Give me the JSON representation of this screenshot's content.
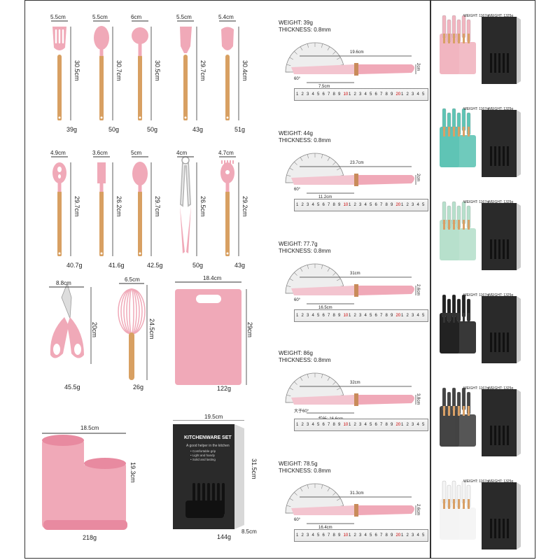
{
  "utensils_row1": [
    {
      "width": "5.5cm",
      "length": "30.5cm",
      "weight": "39g",
      "head": "slotted-turner"
    },
    {
      "width": "5.5cm",
      "length": "30.7cm",
      "weight": "50g",
      "head": "spoon"
    },
    {
      "width": "6cm",
      "length": "30.5cm",
      "weight": "50g",
      "head": "ladle"
    },
    {
      "width": "5.5cm",
      "length": "29.7cm",
      "weight": "43g",
      "head": "turner"
    },
    {
      "width": "5.4cm",
      "length": "30.4cm",
      "weight": "51g",
      "head": "spatula"
    }
  ],
  "utensils_row2": [
    {
      "width": "4.9cm",
      "length": "29.7cm",
      "weight": "40.7g",
      "head": "slotted-spoon"
    },
    {
      "width": "3.6cm",
      "length": "26.2cm",
      "weight": "41.6g",
      "head": "brush"
    },
    {
      "width": "5cm",
      "length": "29.7cm",
      "weight": "42.5g",
      "head": "spoon"
    },
    {
      "width": "4cm",
      "length": "26.5cm",
      "weight": "50g",
      "head": "tongs"
    },
    {
      "width": "4.7cm",
      "length": "29.2cm",
      "weight": "43g",
      "head": "pasta-server"
    }
  ],
  "row3": {
    "scissors": {
      "width": "8.8cm",
      "length": "20cm",
      "weight": "45.5g"
    },
    "whisk": {
      "width": "6.5cm",
      "length": "24.5cm",
      "weight": "26g"
    },
    "board": {
      "width": "18.4cm",
      "length": "29cm",
      "weight": "122g"
    }
  },
  "holder": {
    "width": "18.5cm",
    "height": "19.3cm",
    "weight": "218g"
  },
  "box": {
    "width": "19.5cm",
    "height": "31.5cm",
    "depth": "8.5cm",
    "weight": "144g",
    "title": "KITCHENWARE SET",
    "subtitle": "A good helper in the kitchen",
    "bullets": [
      "• Comfortable grip",
      "• Light and handy",
      "• Solid and lasting"
    ]
  },
  "knives": [
    {
      "weight": "WEIGHT:  39g",
      "thickness": "THICKNESS: 0.8mm",
      "length": "19.6cm",
      "blade": "7.5cm",
      "height": "2cm",
      "angle": "60°"
    },
    {
      "weight": "WEIGHT:  44g",
      "thickness": "THICKNESS: 0.8mm",
      "length": "23.7cm",
      "blade": "11.2cm",
      "height": "2cm",
      "angle": "60°"
    },
    {
      "weight": "WEIGHT:  77.7g",
      "thickness": "THICKNESS: 0.8mm",
      "length": "31cm",
      "blade": "16.5cm",
      "height": "2.6cm",
      "angle": "60°"
    },
    {
      "weight": "WEIGHT:  86g",
      "thickness": "THICKNESS: 0.8mm",
      "length": "32cm",
      "blade": "约长: 16.6cm",
      "height": "3.8cm",
      "angle": "大于60°"
    },
    {
      "weight": "WEIGHT:  78.5g",
      "thickness": "THICKNESS: 0.8mm",
      "length": "31.3cm",
      "blade": "16.4cm",
      "height": "2.6cm",
      "angle": "60°"
    }
  ],
  "thumbs": [
    {
      "w1": "WEIGHT:  1167g",
      "w2": "WEIGHT:  1325g",
      "color": "#f1b5c0",
      "handle": "#d9a066"
    },
    {
      "w1": "WEIGHT:  1167g",
      "w2": "WEIGHT:  1325g",
      "color": "#5fc4b5",
      "handle": "#d9a066"
    },
    {
      "w1": "WEIGHT:  1167g",
      "w2": "WEIGHT:  1325g",
      "color": "#b7e0cc",
      "handle": "#d9a066"
    },
    {
      "w1": "WEIGHT:  1167g",
      "w2": "WEIGHT:  1325g",
      "color": "#222222",
      "handle": "#333333"
    },
    {
      "w1": "WEIGHT:  1167g",
      "w2": "WEIGHT:  1325g",
      "color": "#444444",
      "handle": "#d9a066"
    },
    {
      "w1": "WEIGHT:  1167g",
      "w2": "WEIGHT:  1325g",
      "color": "#f4f4f4",
      "handle": "#d9a066"
    }
  ],
  "colors": {
    "pink": "#f0a9b8",
    "pinkDark": "#e88aa0",
    "wood": "#d8a062",
    "woodDark": "#b9834a",
    "box": "#2a2a2a",
    "blade": "#f3c4cf"
  },
  "ruler": {
    "digits": [
      "1",
      "2",
      "3",
      "4",
      "5",
      "6",
      "7",
      "8",
      "9",
      "10",
      "1",
      "2",
      "3",
      "4",
      "5",
      "6",
      "7",
      "8",
      "9",
      "20",
      "1",
      "2",
      "3",
      "4",
      "5"
    ]
  }
}
